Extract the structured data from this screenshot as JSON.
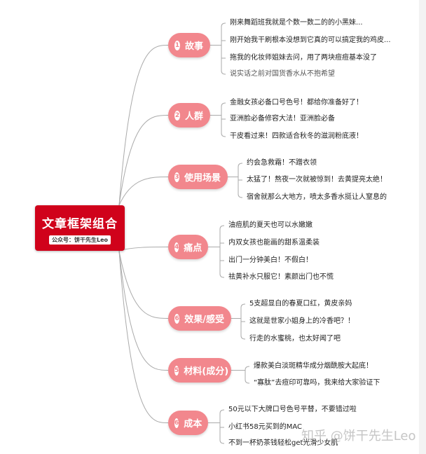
{
  "root": {
    "title": "文章框架组合",
    "subtitle": "公众号：饼干先生Leo"
  },
  "colors": {
    "root": "#d0021b",
    "branch": "#f2878d"
  },
  "branches": [
    {
      "num": "1",
      "label": "故事",
      "items": [
        "刚来舞蹈班我就是个数一数二的的小黑妹...",
        "刚开始我干刷根本没想到它真的可以搞定我的鸡皮...",
        "拖我的化妆师姐妹去问，用了两块痘痘基本没了",
        "说实话之前对国货香水从不抱希望"
      ]
    },
    {
      "num": "2",
      "label": "人群",
      "items": [
        "金融女孩必备口号色号！都给你准备好了！",
        "亚洲脸必备修容大法！亚洲脸必备",
        "干皮看过来！四款适合秋冬的滋润粉底液！"
      ]
    },
    {
      "num": "3",
      "label": "使用场景",
      "items": [
        "约会急救霜！不蹭衣领",
        "太猛了！熬夜一次就被惊到！去黄提亮太绝！",
        "宿舍就那么大地方，喷太多香水挺让人窒息的"
      ]
    },
    {
      "num": "4",
      "label": "痛点",
      "items": [
        "油痘肌的夏天也可以水嫩嫩",
        "内双女孩也能画的甜系温柔装",
        "出门一分钟美白！不假白！",
        "祛黄补水只服它！素颜出门也不慌"
      ]
    },
    {
      "num": "6",
      "label": "效果/感受",
      "items": [
        "5支超显白的春夏口红，黄皮亲妈",
        "这就是世家小姐身上的冷香吧？！",
        "行走的水蜜桃，也太好闻了吧"
      ]
    },
    {
      "num": "5",
      "label": "材料(成分)",
      "items": [
        "爆款美白淡斑精华成分烟酰胺大起底！",
        "“寡肽”去痘印可靠吗，我来给大家验证下"
      ]
    },
    {
      "num": "6",
      "label": "成本",
      "items": [
        "50元以下大牌口号色号平替，不要错过啦",
        "小红书58元买到的MAC",
        "不到一杯奶茶钱轻松get光滑少女肌"
      ]
    }
  ],
  "watermark": "知乎 @饼干先生Leo"
}
